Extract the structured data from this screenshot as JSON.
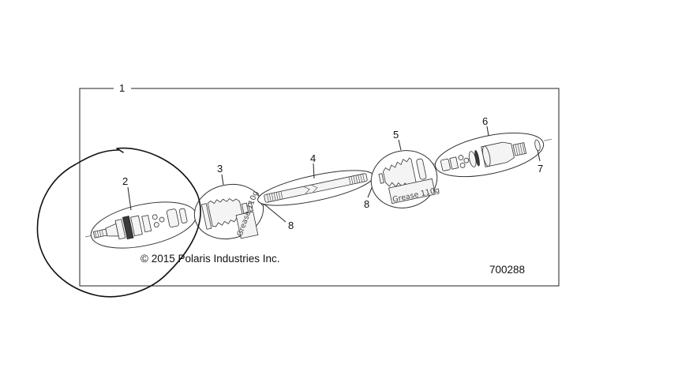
{
  "figure": {
    "copyright": "© 2015 Polaris Industries Inc.",
    "figure_number": "700288",
    "assembly_callout": "1",
    "grease_label": "Grease 110g",
    "callouts": [
      "2",
      "3",
      "4",
      "5",
      "6",
      "7",
      "8",
      "8"
    ]
  },
  "colors": {
    "line": "#222222",
    "background": "#ffffff"
  }
}
